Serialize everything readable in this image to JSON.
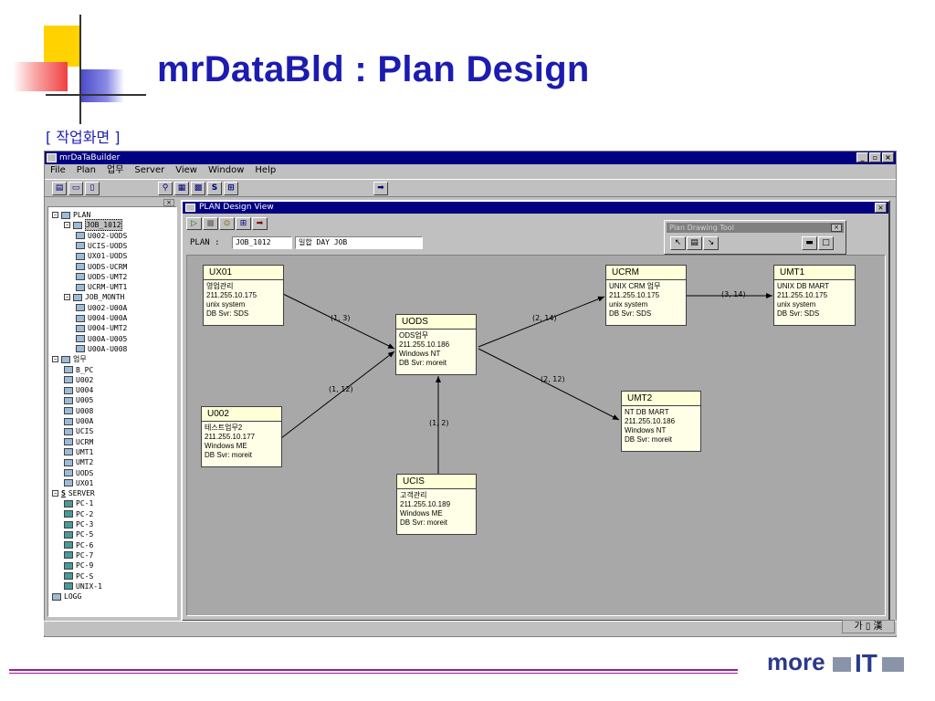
{
  "slide": {
    "title": "mrDataBld : Plan Design",
    "subtitle": "[ 작업화면 ]",
    "logo_text": "more",
    "logo_mark": "IT"
  },
  "window": {
    "title": "mrDaTaBuilder",
    "controls": [
      "_",
      "▫",
      "×"
    ]
  },
  "menu": [
    "File",
    "Plan",
    "업무",
    "Server",
    "View",
    "Window",
    "Help"
  ],
  "toolbar": {
    "icons": [
      "split-view-icon",
      "horizontal-view-icon",
      "vertical-view-icon",
      "tree-icon",
      "grid-icon",
      "server-icon",
      "s-icon",
      "plan-icon",
      "run-arrow-icon"
    ],
    "labels": [
      "▤",
      "▭",
      "▯",
      "⚲",
      "▦",
      "▩",
      "S",
      "⊞",
      "➡"
    ]
  },
  "tree": {
    "items": [
      {
        "indent": 0,
        "exp": "−",
        "label": "PLAN",
        "type": "root"
      },
      {
        "indent": 1,
        "exp": "−",
        "label": "JOB_1012",
        "type": "job",
        "selected": true
      },
      {
        "indent": 2,
        "label": "U002-UODS",
        "type": "node"
      },
      {
        "indent": 2,
        "label": "UCIS-UODS",
        "type": "node"
      },
      {
        "indent": 2,
        "label": "UX01-UODS",
        "type": "node"
      },
      {
        "indent": 2,
        "label": "UODS-UCRM",
        "type": "node"
      },
      {
        "indent": 2,
        "label": "UODS-UMT2",
        "type": "node"
      },
      {
        "indent": 2,
        "label": "UCRM-UMT1",
        "type": "node"
      },
      {
        "indent": 1,
        "exp": "−",
        "label": "JOB_MONTH",
        "type": "job"
      },
      {
        "indent": 2,
        "label": "U002-U00A",
        "type": "node"
      },
      {
        "indent": 2,
        "label": "U004-U00A",
        "type": "node"
      },
      {
        "indent": 2,
        "label": "U004-UMT2",
        "type": "node"
      },
      {
        "indent": 2,
        "label": "U00A-U005",
        "type": "node"
      },
      {
        "indent": 2,
        "label": "U00A-U008",
        "type": "node"
      },
      {
        "indent": 0,
        "exp": "−",
        "label": "업무",
        "type": "root"
      },
      {
        "indent": 1,
        "label": "B_PC",
        "type": "task"
      },
      {
        "indent": 1,
        "label": "U002",
        "type": "task"
      },
      {
        "indent": 1,
        "label": "U004",
        "type": "task"
      },
      {
        "indent": 1,
        "label": "U005",
        "type": "task"
      },
      {
        "indent": 1,
        "label": "U008",
        "type": "task"
      },
      {
        "indent": 1,
        "label": "U00A",
        "type": "task"
      },
      {
        "indent": 1,
        "label": "UCIS",
        "type": "task"
      },
      {
        "indent": 1,
        "label": "UCRM",
        "type": "task"
      },
      {
        "indent": 1,
        "label": "UMT1",
        "type": "task"
      },
      {
        "indent": 1,
        "label": "UMT2",
        "type": "task"
      },
      {
        "indent": 1,
        "label": "UODS",
        "type": "task"
      },
      {
        "indent": 1,
        "label": "UX01",
        "type": "task"
      },
      {
        "indent": 0,
        "exp": "−",
        "label": "SERVER",
        "type": "root",
        "prefix": "S"
      },
      {
        "indent": 1,
        "label": "PC-1",
        "type": "server"
      },
      {
        "indent": 1,
        "label": "PC-2",
        "type": "server"
      },
      {
        "indent": 1,
        "label": "PC-3",
        "type": "server"
      },
      {
        "indent": 1,
        "label": "PC-5",
        "type": "server"
      },
      {
        "indent": 1,
        "label": "PC-6",
        "type": "server"
      },
      {
        "indent": 1,
        "label": "PC-7",
        "type": "server"
      },
      {
        "indent": 1,
        "label": "PC-9",
        "type": "server"
      },
      {
        "indent": 1,
        "label": "PC-S",
        "type": "server"
      },
      {
        "indent": 1,
        "label": "UNIX-1",
        "type": "server"
      },
      {
        "indent": 0,
        "label": "LOGG",
        "type": "root"
      }
    ]
  },
  "child_window": {
    "title": "PLAN Design View",
    "close": "×",
    "tools": [
      "▷",
      "■",
      "⊙",
      "⊞",
      "➡"
    ],
    "plan_label": "PLAN :",
    "plan_value": "JOB_1012",
    "desc_value": "일합 DAY JOB"
  },
  "palette": {
    "title": "Plan Drawing Tool",
    "close": "×",
    "tools": [
      "↖",
      "▤",
      "↘",
      "▬",
      "□"
    ]
  },
  "nodes": [
    {
      "id": "UX01",
      "lines": [
        "영업관리",
        "211.255.10.175",
        "unix system",
        "DB Svr: SDS"
      ]
    },
    {
      "id": "UODS",
      "lines": [
        "ODS업무",
        "211.255.10.186",
        "Windows NT",
        "DB Svr: moreit"
      ]
    },
    {
      "id": "UCRM",
      "lines": [
        "UNIX CRM 업무",
        "211.255.10.175",
        "unix system",
        "DB Svr: SDS"
      ]
    },
    {
      "id": "UMT1",
      "lines": [
        "UNIX DB MART",
        "211.255.10.175",
        "unix system",
        "DB Svr: SDS"
      ]
    },
    {
      "id": "U002",
      "lines": [
        "테스트업무2",
        "211.255.10.177",
        "Windows ME",
        "DB Svr: moreit"
      ]
    },
    {
      "id": "UMT2",
      "lines": [
        "NT DB MART",
        "211.255.10.186",
        "Windows NT",
        "DB Svr: moreit"
      ]
    },
    {
      "id": "UCIS",
      "lines": [
        "고객관리",
        "211.255.10.189",
        "Windows ME",
        "DB Svr: moreit"
      ]
    }
  ],
  "edges": [
    {
      "from": "UX01",
      "to": "UODS",
      "label": "(1, 3)"
    },
    {
      "from": "U002",
      "to": "UODS",
      "label": "(1, 12)"
    },
    {
      "from": "UCIS",
      "to": "UODS",
      "label": "(1, 2)"
    },
    {
      "from": "UODS",
      "to": "UCRM",
      "label": "(2, 14)"
    },
    {
      "from": "UODS",
      "to": "UMT2",
      "label": "(2, 12)"
    },
    {
      "from": "UCRM",
      "to": "UMT1",
      "label": "(3, 14)"
    }
  ],
  "status": {
    "ime": "가 ▯ 漢"
  }
}
